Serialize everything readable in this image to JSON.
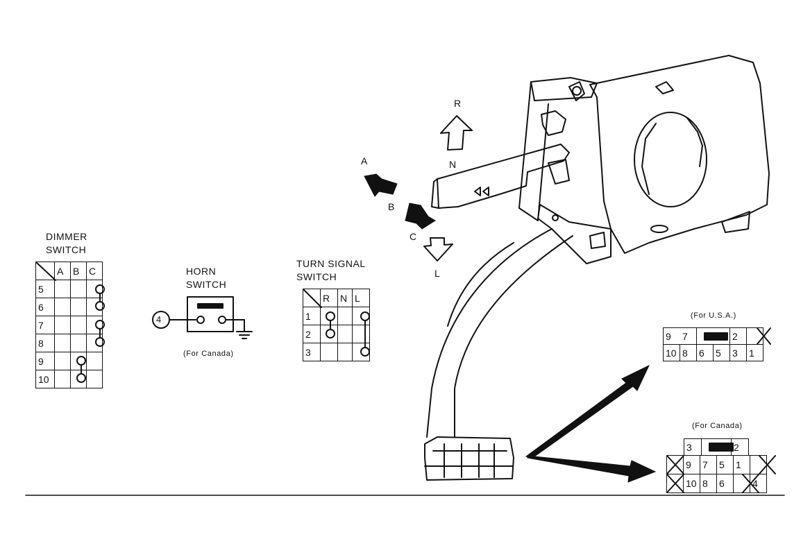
{
  "dimmer": {
    "title_line1": "DIMMER",
    "title_line2": "SWITCH",
    "columns": [
      "A",
      "B",
      "C"
    ],
    "rows": [
      "5",
      "6",
      "7",
      "8",
      "9",
      "10"
    ]
  },
  "horn": {
    "title_line1": "HORN",
    "title_line2": "SWITCH",
    "terminal": "4",
    "note": "(For Canada)"
  },
  "turn": {
    "title_line1": "TURN SIGNAL",
    "title_line2": "SWITCH",
    "columns": [
      "R",
      "N",
      "L"
    ],
    "rows": [
      "1",
      "2",
      "3"
    ]
  },
  "lever_labels": {
    "r": "R",
    "n": "N",
    "l": "L",
    "a": "A",
    "b": "B",
    "c": "C"
  },
  "connector_usa": {
    "title": "(For U.S.A.)",
    "row1": [
      "9",
      "7",
      "",
      "2",
      ""
    ],
    "row2": [
      "10",
      "8",
      "6",
      "5",
      "3",
      "1"
    ]
  },
  "connector_canada": {
    "title": "(For Canada)",
    "row1": [
      "3",
      "",
      "2"
    ],
    "row2": [
      "",
      "9",
      "7",
      "5",
      "1",
      ""
    ],
    "row3": [
      "",
      "10",
      "8",
      "6",
      "",
      "4"
    ]
  }
}
